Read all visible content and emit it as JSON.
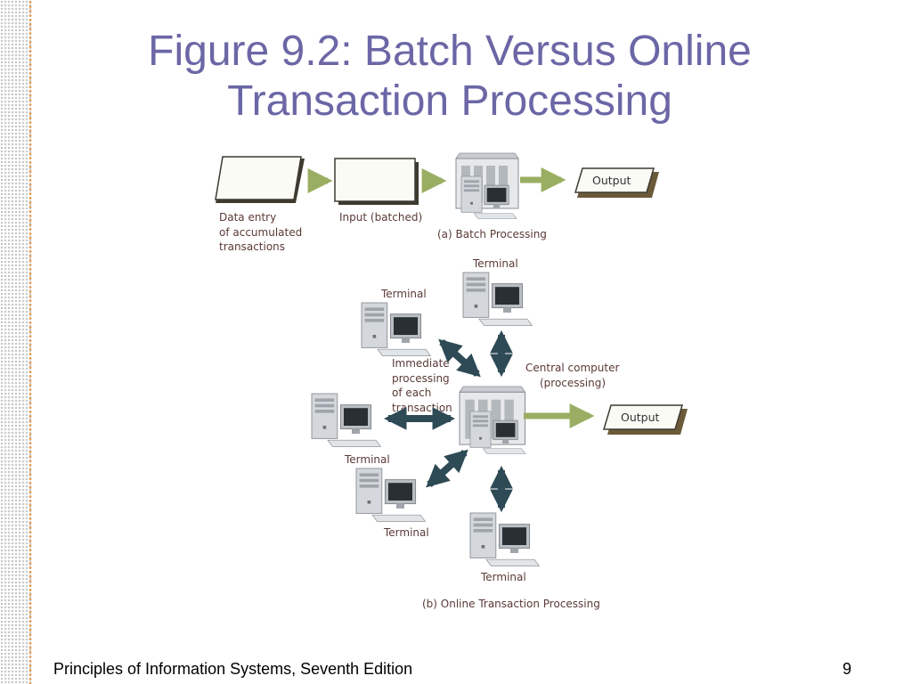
{
  "title": {
    "line1": "Figure 9.2: Batch Versus Online",
    "line2": "Transaction Processing"
  },
  "batch": {
    "data_entry_label": [
      "Data entry",
      "of accumulated",
      "transactions"
    ],
    "input_label": "Input (batched)",
    "output_label": "Output",
    "caption": "(a) Batch Processing"
  },
  "online": {
    "terminal_label": "Terminal",
    "immediate_label": [
      "Immediate",
      "processing",
      "of each",
      "transaction"
    ],
    "central_label": [
      "Central computer",
      "(processing)"
    ],
    "output_label": "Output",
    "caption": "(b) Online Transaction Processing"
  },
  "colors": {
    "title": "#6b67a6",
    "green_arrow": "#9aae63",
    "dark_arrow": "#2d4a55",
    "label_text": "#5a3a36",
    "output_shadow": "#6b5a3a"
  },
  "footer": {
    "left": "Principles of Information Systems, Seventh Edition",
    "page": "9"
  }
}
